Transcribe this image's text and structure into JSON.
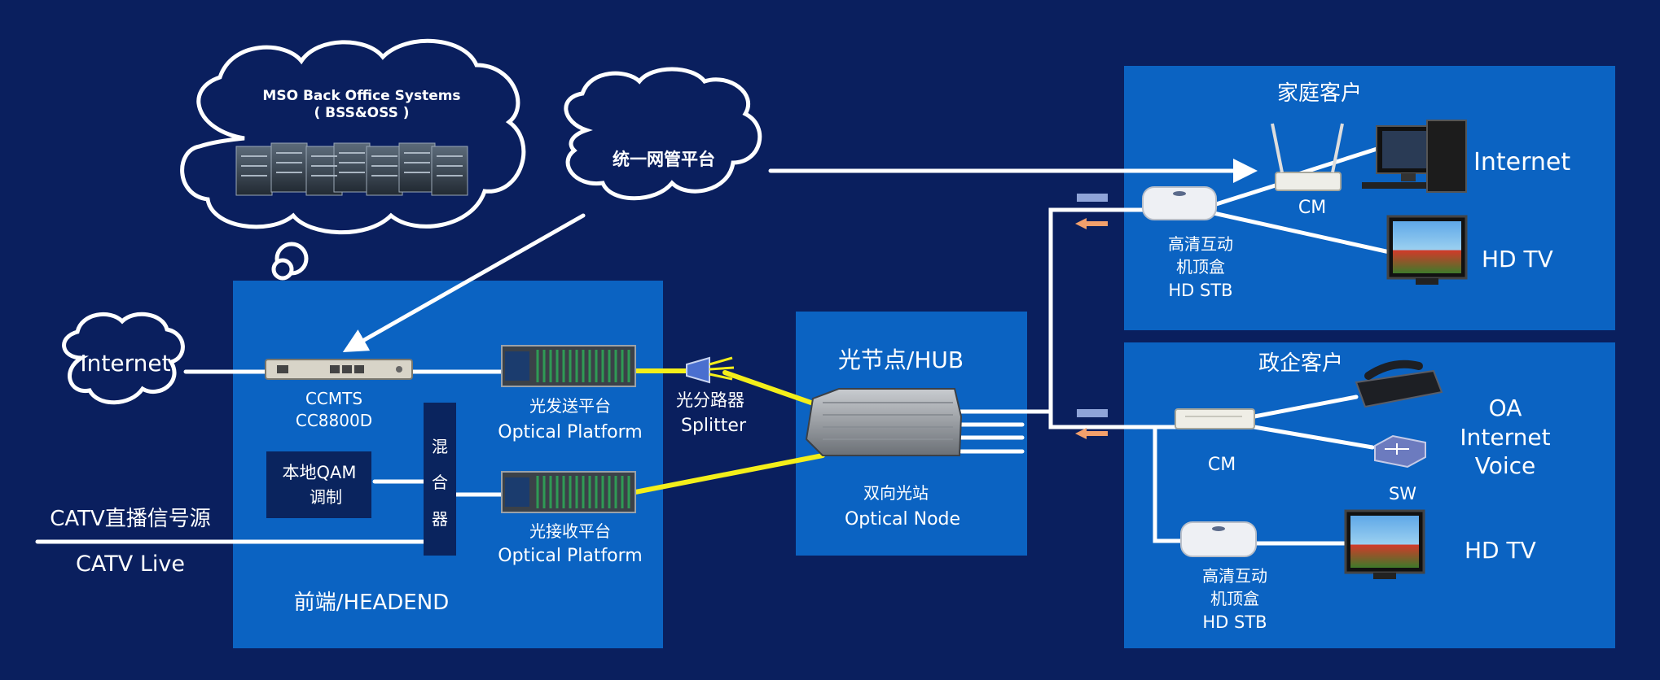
{
  "clouds": {
    "mso_title": "MSO Back Office Systems",
    "mso_subtitle": "( BSS&OSS )",
    "nms": "统一网管平台",
    "internet": "Internet"
  },
  "headend": {
    "title": "前端/HEADEND",
    "ccmts_line1": "CCMTS",
    "ccmts_line2": "CC8800D",
    "tx_platform_cn": "光发送平台",
    "tx_platform_en": "Optical Platform",
    "rx_platform_cn": "光接收平台",
    "rx_platform_en": "Optical Platform",
    "qam_line1": "本地QAM",
    "qam_line2": "调制",
    "mixer_chars": [
      "混",
      "合",
      "器"
    ]
  },
  "catv": {
    "cn": "CATV直播信号源",
    "en": "CATV Live"
  },
  "splitter": {
    "cn": "光分路器",
    "en": "Splitter"
  },
  "hub": {
    "title": "光节点/HUB",
    "node_cn": "双向光站",
    "node_en": "Optical Node"
  },
  "home": {
    "title": "家庭客户",
    "cm": "CM",
    "internet": "Internet",
    "hdtv": "HD TV",
    "stb_line1": "高清互动",
    "stb_line2": "机顶盒",
    "stb_line3": "HD STB"
  },
  "enterprise": {
    "title": "政企客户",
    "cm": "CM",
    "sw": "SW",
    "oa_line1": "OA",
    "oa_line2": "Internet",
    "oa_line3": "Voice",
    "hdtv": "HD TV",
    "stb_line1": "高清互动",
    "stb_line2": "机顶盒",
    "stb_line3": "HD STB"
  }
}
